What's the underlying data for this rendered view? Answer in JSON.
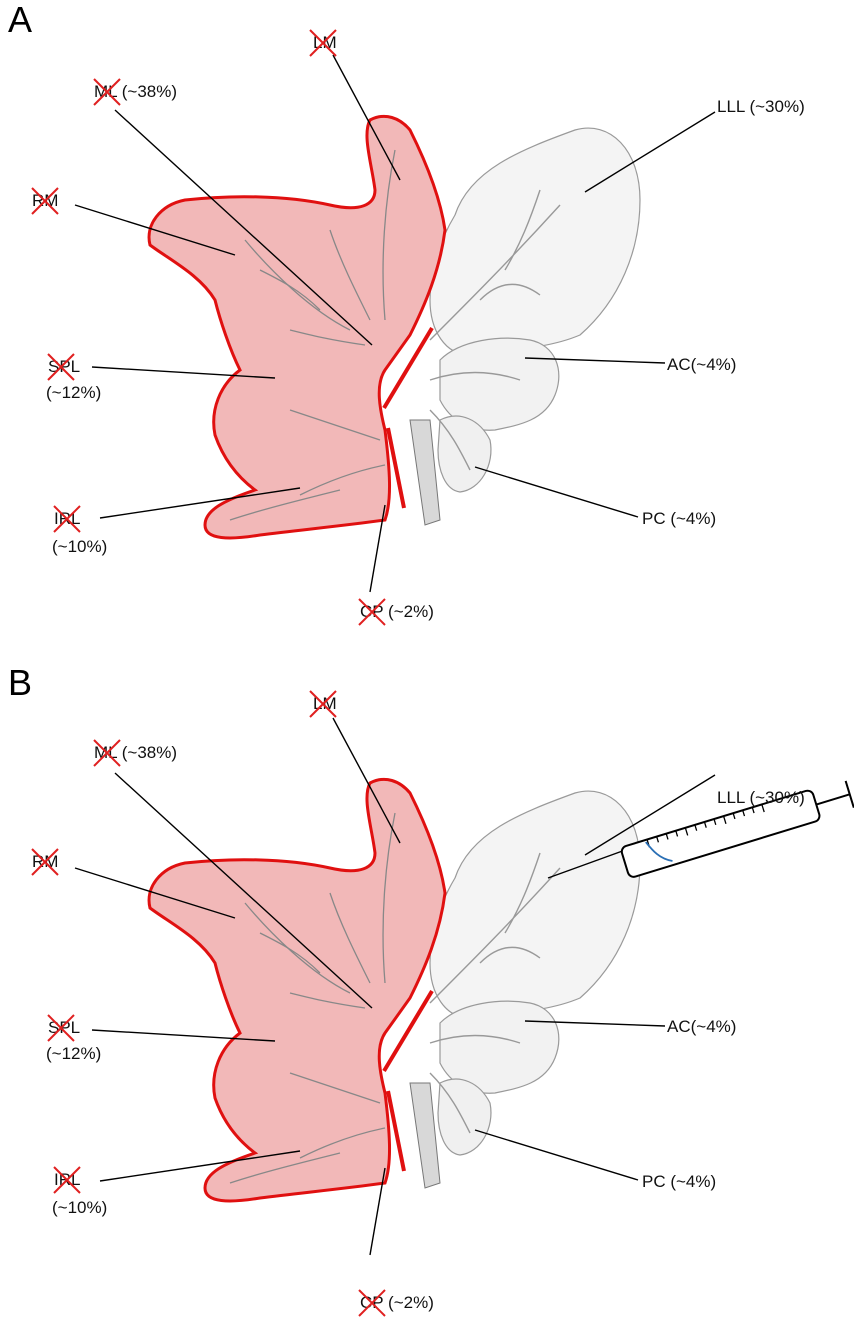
{
  "panels": [
    {
      "letter": "A",
      "labels": {
        "lm": "LM",
        "ml": "ML",
        "ml_pct": "(~38%)",
        "rm": "RM",
        "spl": "SPL",
        "spl_pct": "(~12%)",
        "irl": "IRL",
        "irl_pct": "(~10%)",
        "cp": "CP",
        "cp_pct": "(~2%)",
        "lll": "LLL (~30%)",
        "ac": "AC(~4%)",
        "pc": "PC (~4%)"
      },
      "has_syringe": false
    },
    {
      "letter": "B",
      "labels": {
        "lm": "LM",
        "ml": "ML",
        "ml_pct": "(~38%)",
        "rm": "RM",
        "spl": "SPL",
        "spl_pct": "(~12%)",
        "irl": "IRL",
        "irl_pct": "(~10%)",
        "cp": "CP",
        "cp_pct": "(~2%)",
        "lll": "LLL (~30%)",
        "ac": "AC(~4%)",
        "pc": "PC (~4%)"
      },
      "has_syringe": true
    }
  ],
  "colors": {
    "resected_fill": "#f2b8b8",
    "resected_outline": "#e01010",
    "remaining_fill": "#f4f4f4",
    "remaining_outline": "#9a9a9a",
    "cross_mark": "#e02020",
    "leader_line": "#000000",
    "syringe_liquid": "#2a6fb5"
  }
}
